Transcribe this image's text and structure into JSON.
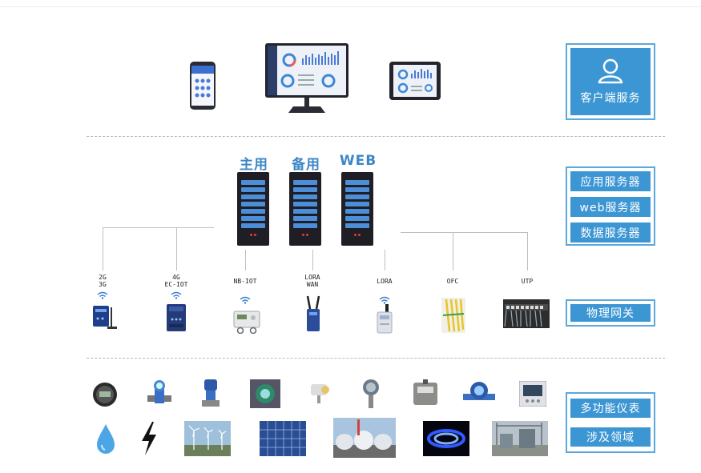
{
  "client": {
    "label": "客户端服务",
    "icon": "user-icon"
  },
  "servers": {
    "items": [
      {
        "label": "主用"
      },
      {
        "label": "备用"
      },
      {
        "label": "WEB"
      }
    ],
    "side_buttons": [
      "应用服务器",
      "web服务器",
      "数据服务器"
    ]
  },
  "gateways": {
    "items": [
      {
        "label": "2G\n3G",
        "icon": "cellular-dtu-icon"
      },
      {
        "label": "4G\nEC-IOT",
        "icon": "4g-gateway-icon"
      },
      {
        "label": "NB-IOT",
        "icon": "nb-iot-meter-icon"
      },
      {
        "label": "LORA\nWAN",
        "icon": "lorawan-gateway-icon"
      },
      {
        "label": "LORA",
        "icon": "lora-module-icon"
      },
      {
        "label": "OFC",
        "icon": "fiber-cable-icon"
      },
      {
        "label": "UTP",
        "icon": "network-patch-panel-icon"
      }
    ],
    "side_label": "物理网关"
  },
  "meters": {
    "side_buttons": [
      "多功能仪表",
      "涉及领域"
    ]
  },
  "colors": {
    "accent": "#3d96d4",
    "frame": "#5aa8dc",
    "server_label": "#3d87c6"
  }
}
